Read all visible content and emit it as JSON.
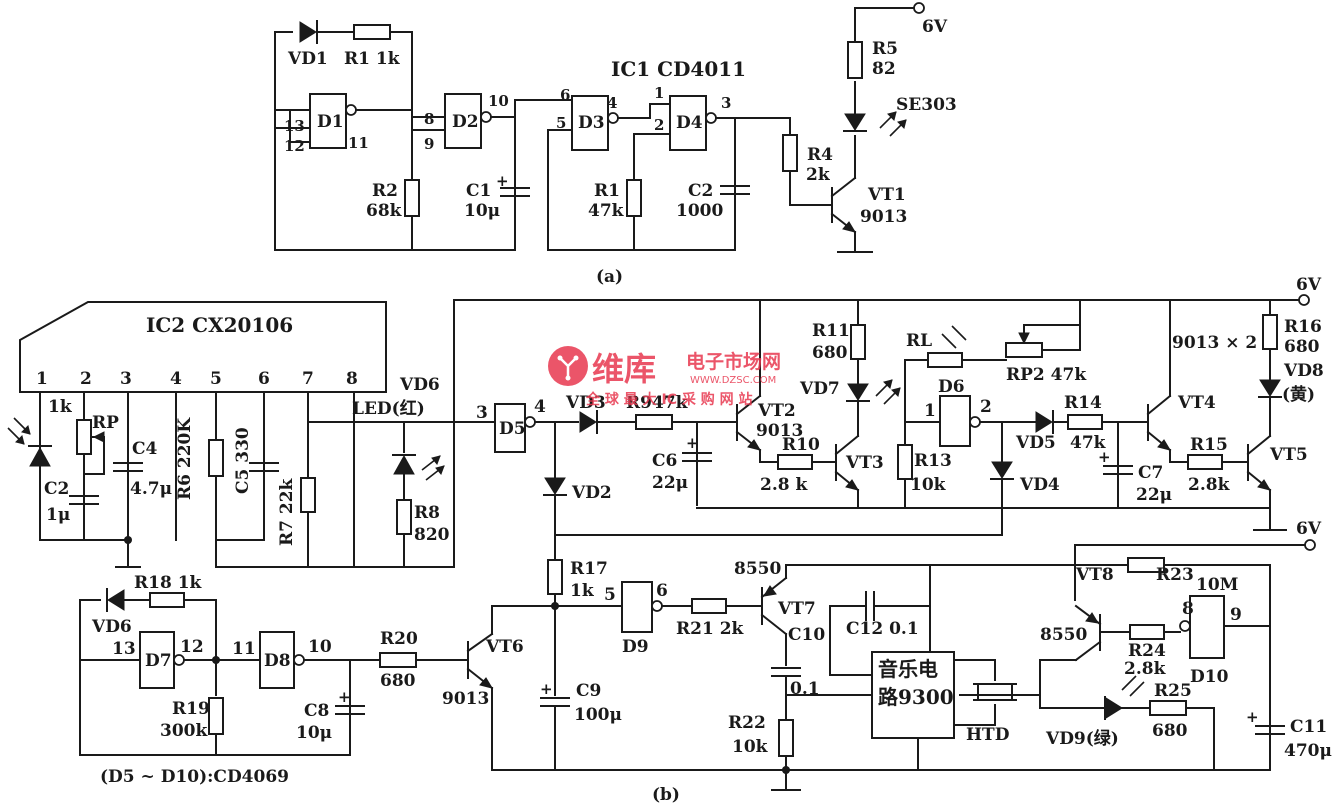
{
  "colors": {
    "ink": "#1a1a1a",
    "paper": "#ffffff",
    "watermark": "#e8384f"
  },
  "circuit_a": {
    "caption": "(a)",
    "ic_title": "IC1  CD4011",
    "supply": "6V",
    "gates": {
      "d1": "D1",
      "d2": "D2",
      "d3": "D3",
      "d4": "D4"
    },
    "pins": {
      "p13": "13",
      "p12": "12",
      "p11": "11",
      "p8": "8",
      "p9": "9",
      "p10": "10",
      "p6": "6",
      "p5": "5",
      "p4": "4",
      "p1": "1",
      "p2": "2",
      "p3": "3"
    },
    "vd1": "VD1",
    "r1_top": "R1  1k",
    "r2_name": "R2",
    "r2_val": "68k",
    "c1_name": "C1",
    "c1_val": "10μ",
    "r1_name": "R1",
    "r1_val": "47k",
    "c2_name": "C2",
    "c2_val": "1000",
    "r4_name": "R4",
    "r4_val": "2k",
    "r5_name": "R5",
    "r5_val": "82",
    "led_name": "SE303",
    "vt1_name": "VT1",
    "vt1_val": "9013"
  },
  "circuit_b": {
    "caption": "(b)",
    "ic2_title": "IC2  CX20106",
    "ic2_pins": [
      "1",
      "2",
      "3",
      "4",
      "5",
      "6",
      "7",
      "8"
    ],
    "r1k": "1k",
    "rp": "RP",
    "c4_name": "C4",
    "c4_val": "4.7μ",
    "c2_name": "C2",
    "c2_val": "1μ",
    "r6": "R6 220K",
    "c5": "C5 330",
    "r7": "R7 22k",
    "vd6_top": "VD6",
    "led_red": "LED(红)",
    "r8_name": "R8",
    "r8_val": "820",
    "d5": "D5",
    "d5_in": "3",
    "d5_out": "4",
    "vd3": "VD3",
    "r9": "R947k",
    "vt2_name": "VT2",
    "vt2_val": "9013",
    "c6_name": "C6",
    "c6_val": "22μ",
    "r10_name": "R10",
    "r10_val": "2.8 k",
    "vt3": "VT3",
    "r11_name": "R11",
    "r11_val": "680",
    "vd7": "VD7",
    "vd2": "VD2",
    "rl": "RL",
    "rp2": "RP2 47k",
    "d6": "D6",
    "d6_in": "1",
    "d6_out": "2",
    "r13_name": "R13",
    "r13_val": "10k",
    "vd5": "VD5",
    "r14_name": "R14",
    "r14_val": "47k",
    "vd4": "VD4",
    "c7_name": "C7",
    "c7_val": "22μ",
    "dual": "9013 × 2",
    "vt4": "VT4",
    "r15_name": "R15",
    "r15_val": "2.8k",
    "vt5": "VT5",
    "r16_name": "R16",
    "r16_val": "680",
    "vd8_name": "VD8",
    "vd8_val": "(黄)",
    "supply_top": "6V",
    "supply_mid": "6V",
    "vd6_low": "VD6",
    "r18": "R18  1k",
    "d7": "D7",
    "d7_in": "13",
    "d7_out": "12",
    "d8": "D8",
    "d8_in": "11",
    "d8_out": "10",
    "r19_name": "R19",
    "r19_val": "300k",
    "c8_name": "C8",
    "c8_val": "10μ",
    "r20_name": "R20",
    "r20_val": "680",
    "vt6_name": "VT6",
    "vt6_val": "9013",
    "r17_name": "R17",
    "r17_val": "1k",
    "c9_name": "C9",
    "c9_val": "100μ",
    "d9": "D9",
    "d9_in": "5",
    "d9_out": "6",
    "r21": "R21 2k",
    "vt7_val": "8550",
    "vt7_name": "VT7",
    "c10_name": "C10",
    "c10_val": "0.1",
    "c12": "C12 0.1",
    "r22_name": "R22",
    "r22_val": "10k",
    "music_l1": "音乐电",
    "music_l2": "路9300",
    "htd": "HTD",
    "vt8": "VT8",
    "r23": "R23",
    "r23_val": "10M",
    "vt8_val": "8550",
    "d10": "D10",
    "d10_in": "8",
    "d10_out": "9",
    "r24_name": "R24",
    "r24_val": "2.8k",
    "vd9": "VD9(绿)",
    "r25_name": "R25",
    "r25_val": "680",
    "c11_name": "C11",
    "c11_val": "470μ",
    "footnote": "(D5 ~ D10):CD4069"
  },
  "watermark": {
    "title": "维库",
    "site": "电子市场网",
    "url": "WWW.DZSC.COM",
    "slogan": "全 球 最 大 IC 采 购 网 站",
    "logo_icon": "circuit-logo-icon"
  }
}
